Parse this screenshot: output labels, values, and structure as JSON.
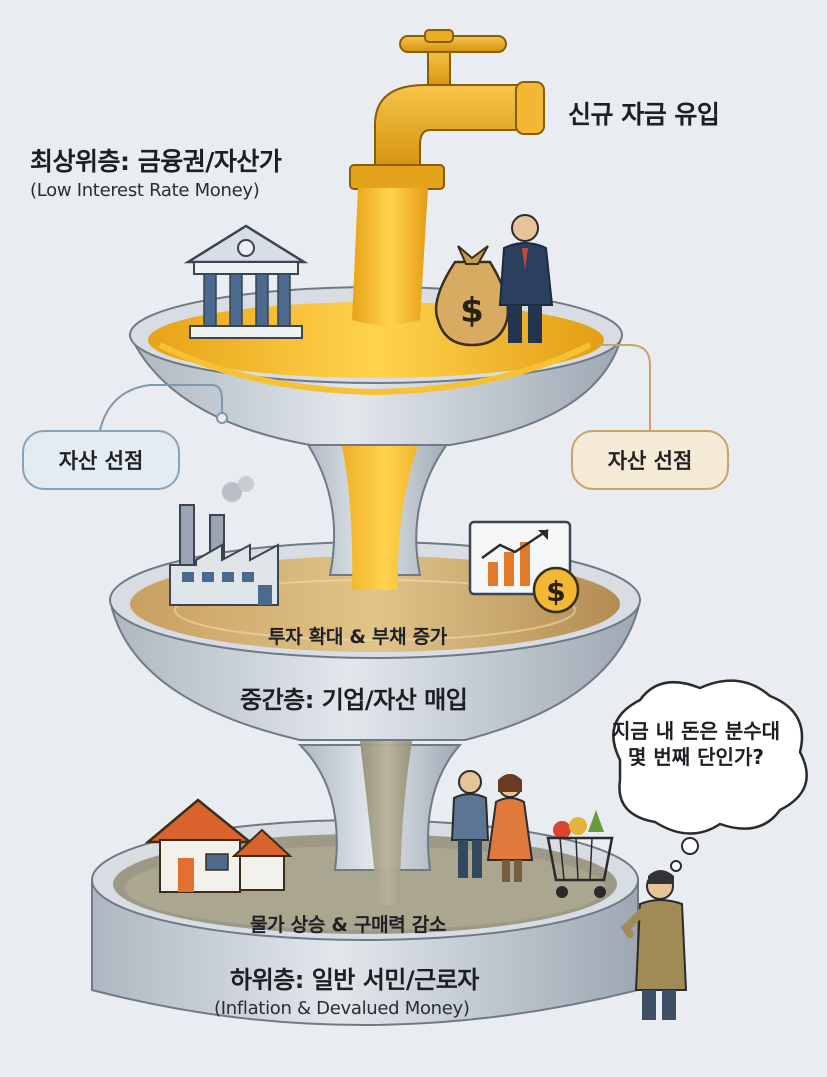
{
  "faucet": {
    "label": "신규 자금 유입"
  },
  "top_tier": {
    "title": "최상위층: 금융권/자산가",
    "subtitle": "(Low Interest Rate Money)",
    "left_tag": "자산 선점",
    "right_tag": "자산 선점"
  },
  "middle_tier": {
    "basin_text": "투자 확대 & 부채 증가",
    "title": "중간층: 기업/자산 매입"
  },
  "bottom_tier": {
    "basin_text": "물가 상승 & 구매력 감소",
    "title": "하위층: 일반 서민/근로자",
    "subtitle": "(Inflation & Devalued Money)"
  },
  "thought_bubble": {
    "text": "지금 내 돈은 분수대 몇 번째 단인가?"
  },
  "colors": {
    "gold": "#f3b41b",
    "gold_dark": "#d99a12",
    "muddy": "#b79a6a",
    "murky": "#9aa3a6",
    "stone": "#c9d0d8",
    "stone_dark": "#8e98a3"
  }
}
